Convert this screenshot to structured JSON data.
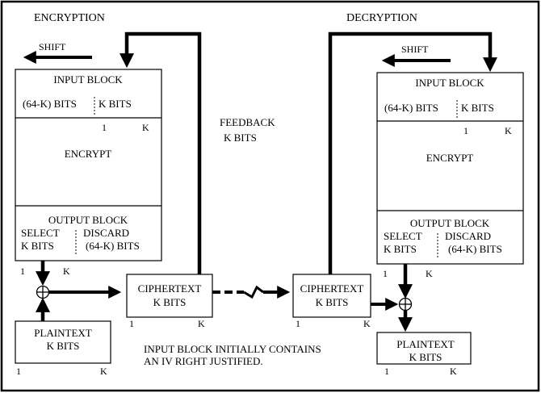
{
  "encryption": {
    "title": "ENCRYPTION",
    "shift": "SHIFT",
    "input_block": {
      "label": "INPUT BLOCK",
      "left": "(64-K) BITS",
      "right": "K BITS",
      "idx1": "1",
      "idxk": "K"
    },
    "encrypt": "ENCRYPT",
    "output_block": {
      "label": "OUTPUT BLOCK",
      "select": "SELECT",
      "kbits": "K BITS",
      "discard": "DISCARD",
      "discard_bits": "(64-K) BITS"
    },
    "out_idx1": "1",
    "out_idxk": "K",
    "ciphertext": {
      "line1": "CIPHERTEXT",
      "line2": "K BITS",
      "idx1": "1",
      "idxk": "K"
    },
    "plaintext": {
      "line1": "PLAINTEXT",
      "line2": "K BITS",
      "idx1": "1",
      "idxk": "K"
    }
  },
  "feedback": {
    "line1": "FEEDBACK",
    "line2": "K BITS"
  },
  "note": {
    "line1": "INPUT BLOCK INITIALLY CONTAINS",
    "line2": "AN IV RIGHT JUSTIFIED."
  },
  "decryption": {
    "title": "DECRYPTION",
    "shift": "SHIFT",
    "input_block": {
      "label": "INPUT BLOCK",
      "left": "(64-K) BITS",
      "right": "K BITS",
      "idx1": "1",
      "idxk": "K"
    },
    "encrypt": "ENCRYPT",
    "output_block": {
      "label": "OUTPUT BLOCK",
      "select": "SELECT",
      "kbits": "K BITS",
      "discard": "DISCARD",
      "discard_bits": "(64-K) BITS"
    },
    "out_idx1": "1",
    "out_idxk": "K",
    "ciphertext": {
      "line1": "CIPHERTEXT",
      "line2": "K BITS",
      "idx1": "1",
      "idxk": "K"
    },
    "plaintext": {
      "line1": "PLAINTEXT",
      "line2": "K BITS",
      "idx1": "1",
      "idxk": "K"
    }
  }
}
